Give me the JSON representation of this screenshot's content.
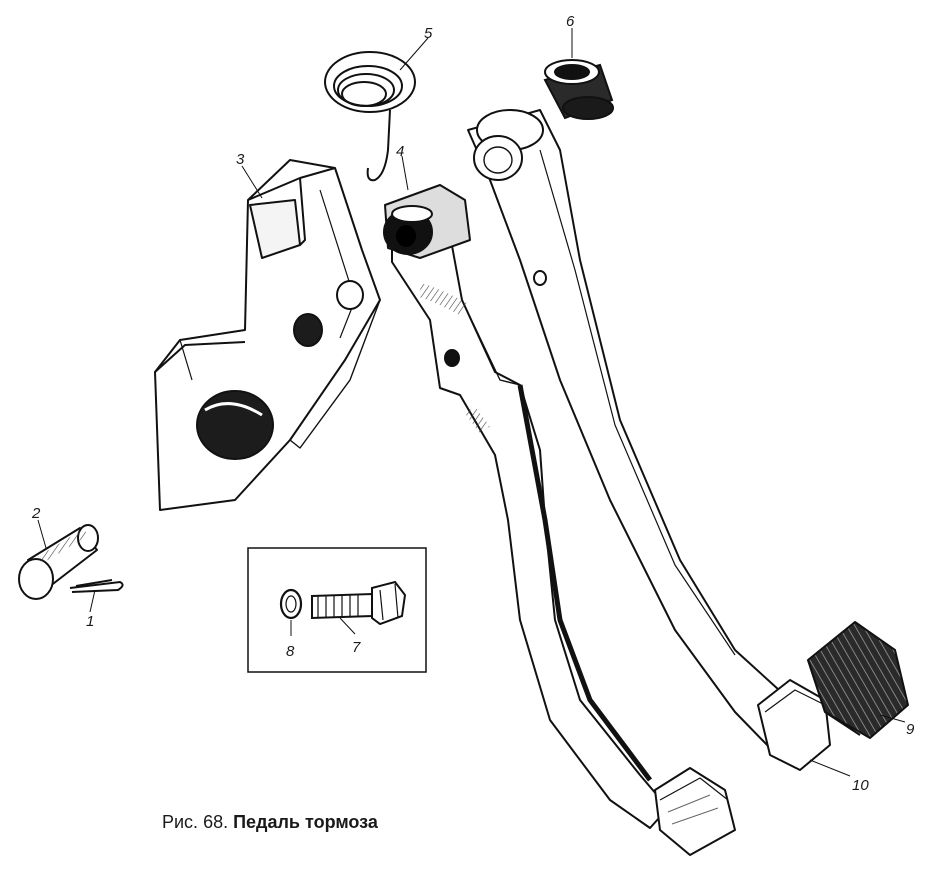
{
  "caption": {
    "prefix": "Рис. 68.",
    "title": "Педаль тормоза"
  },
  "labels": {
    "p1": "1",
    "p2": "2",
    "p3": "3",
    "p4": "4",
    "p5": "5",
    "p6": "6",
    "p7": "7",
    "p8": "8",
    "p9": "9",
    "p10": "10"
  }
}
